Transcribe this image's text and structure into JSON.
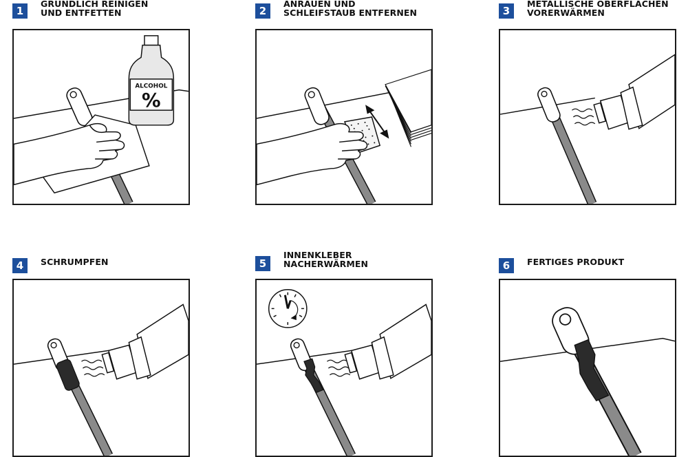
{
  "steps": [
    {
      "number": "1",
      "title_lines": [
        "GRÜNDLICH REINIGEN",
        "UND ENTFETTEN"
      ],
      "bottle_label": "ALCOHOL",
      "bottle_symbol": "%"
    },
    {
      "number": "2",
      "title_lines": [
        "ANRAUEN UND",
        "SCHLEIFSTAUB ENTFERNEN"
      ]
    },
    {
      "number": "3",
      "title_lines": [
        "METALLISCHE OBERFLÄCHEN",
        "VORERWÄRMEN"
      ]
    },
    {
      "number": "4",
      "title_lines": [
        "SCHRUMPFEN"
      ]
    },
    {
      "number": "5",
      "title_lines": [
        "INNENKLEBER",
        "NACHERWÄRMEN"
      ]
    },
    {
      "number": "6",
      "title_lines": [
        "FERTIGES PRODUKT"
      ]
    }
  ],
  "colors": {
    "badge": "#1d4f9c",
    "cable": "#8a8a8a",
    "sleeve": "#2b2b2b"
  },
  "icons": [
    "alcohol-bottle-icon",
    "hand-icon",
    "cloth-icon",
    "sandpaper-icon",
    "double-arrow-icon",
    "paper-stack-icon",
    "heat-gun-icon",
    "heat-waves-icon",
    "clock-icon",
    "cable-lug-icon"
  ]
}
